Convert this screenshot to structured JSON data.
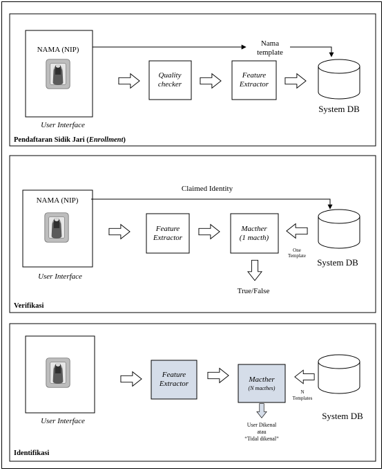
{
  "enrollment": {
    "title_main": "Pendaftaran Sidik Jari (",
    "title_em": "Enrollment",
    "title_end": ")",
    "ui_name": "NAMA (NIP)",
    "ui_caption": "User Interface",
    "quality_line1": "Quality",
    "quality_line2": "checker",
    "feature_line1": "Feature",
    "feature_line2": "Extractor",
    "template_line1": "Nama",
    "template_line2": "template",
    "db_label": "System DB"
  },
  "verification": {
    "title": "Verifikasi",
    "ui_name": "NAMA (NIP)",
    "ui_caption": "User Interface",
    "claimed": "Claimed Identity",
    "feature_line1": "Feature",
    "feature_line2": "Extractor",
    "matcher_line1": "Macther",
    "matcher_line2": "(1 macth)",
    "one_line1": "One",
    "one_line2": "Template",
    "db_label": "System DB",
    "result": "True/False"
  },
  "identification": {
    "title": "Identifikasi",
    "ui_caption": "User Interface",
    "feature_line1": "Feature",
    "feature_line2": "Extractor",
    "matcher_line1": "Macther",
    "matcher_line2": "(N macthes)",
    "n_line1": "N",
    "n_line2": "Templates",
    "db_label": "System DB",
    "result_line1": "User Dikenal",
    "result_line2": "atau",
    "result_line3": "“Tidal dikenal”"
  },
  "colors": {
    "box_fill_shaded": "#d5dde9",
    "stroke": "#000000",
    "finger_grey": "#8a8a8a"
  }
}
